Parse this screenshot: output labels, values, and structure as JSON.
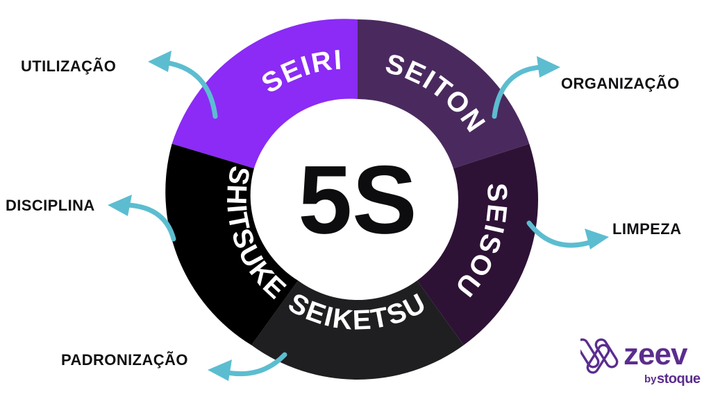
{
  "diagram": {
    "title": "5S",
    "center_label": "5S",
    "segments": [
      {
        "name": "SEIRI",
        "translation": "UTILIZAÇÃO",
        "color": "#8B2BF5"
      },
      {
        "name": "SEITON",
        "translation": "ORGANIZAÇÃO",
        "color": "#4A2A5E"
      },
      {
        "name": "SEISOU",
        "translation": "LIMPEZA",
        "color": "#2E1236"
      },
      {
        "name": "SEIKETSU",
        "translation": "PADRONIZAÇÃO",
        "color": "#1F1F21"
      },
      {
        "name": "SHITSUKE",
        "translation": "DISCIPLINA",
        "color": "#000000"
      }
    ],
    "arrow_color": "#5CBDD0",
    "background_color": "#FFFFFF",
    "label_color": "#111114",
    "center_fill": "#FFFFFF"
  },
  "chart_data": {
    "type": "pie",
    "title": "5S",
    "categories": [
      "SEIRI",
      "SEITON",
      "SEISOU",
      "SEIKETSU",
      "SHITSUKE"
    ],
    "values": [
      20,
      20,
      20,
      20,
      20
    ],
    "labels": [
      "UTILIZAÇÃO",
      "ORGANIZAÇÃO",
      "LIMPEZA",
      "PADRONIZAÇÃO",
      "DISCIPLINA"
    ],
    "colors": [
      "#8B2BF5",
      "#4A2A5E",
      "#2E1236",
      "#1F1F21",
      "#000000"
    ],
    "xlabel": "",
    "ylabel": "",
    "legend": "none",
    "grid": false
  },
  "logo": {
    "wordmark": "zeev",
    "tagline_prefix": "by",
    "tagline": "stoque",
    "color": "#5B2D8E"
  }
}
